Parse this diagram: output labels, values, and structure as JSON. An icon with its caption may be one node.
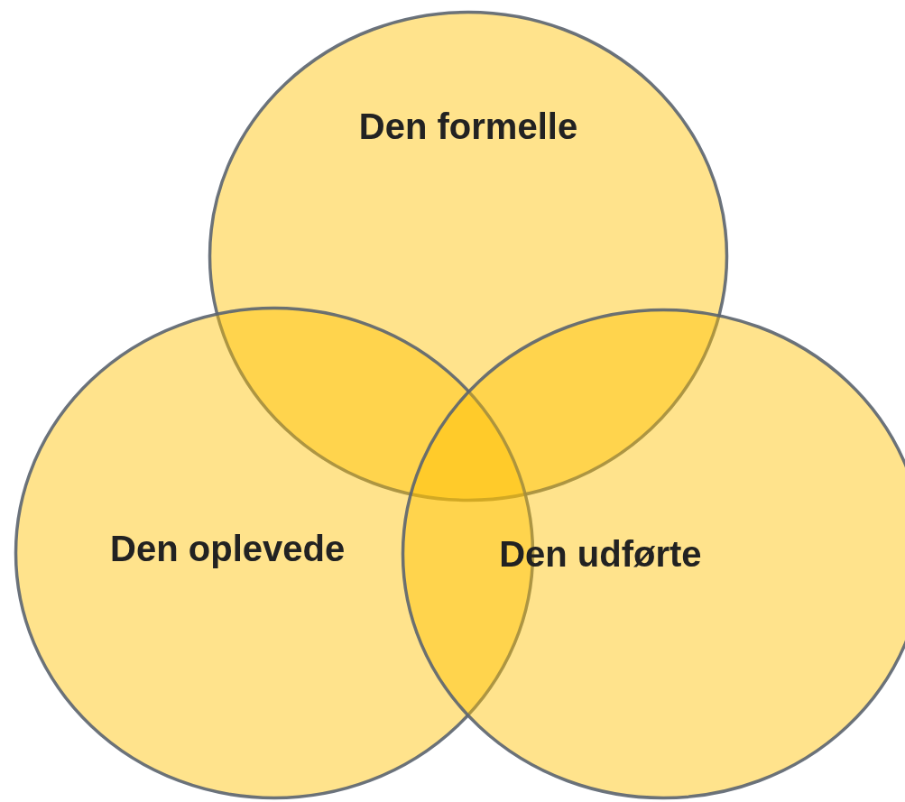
{
  "diagram": {
    "nodes": [
      {
        "text": [
          "Den formelle"
        ]
      },
      {
        "text": [
          "Den oplevede"
        ]
      },
      {
        "text": [
          "Den udførte"
        ]
      }
    ]
  }
}
